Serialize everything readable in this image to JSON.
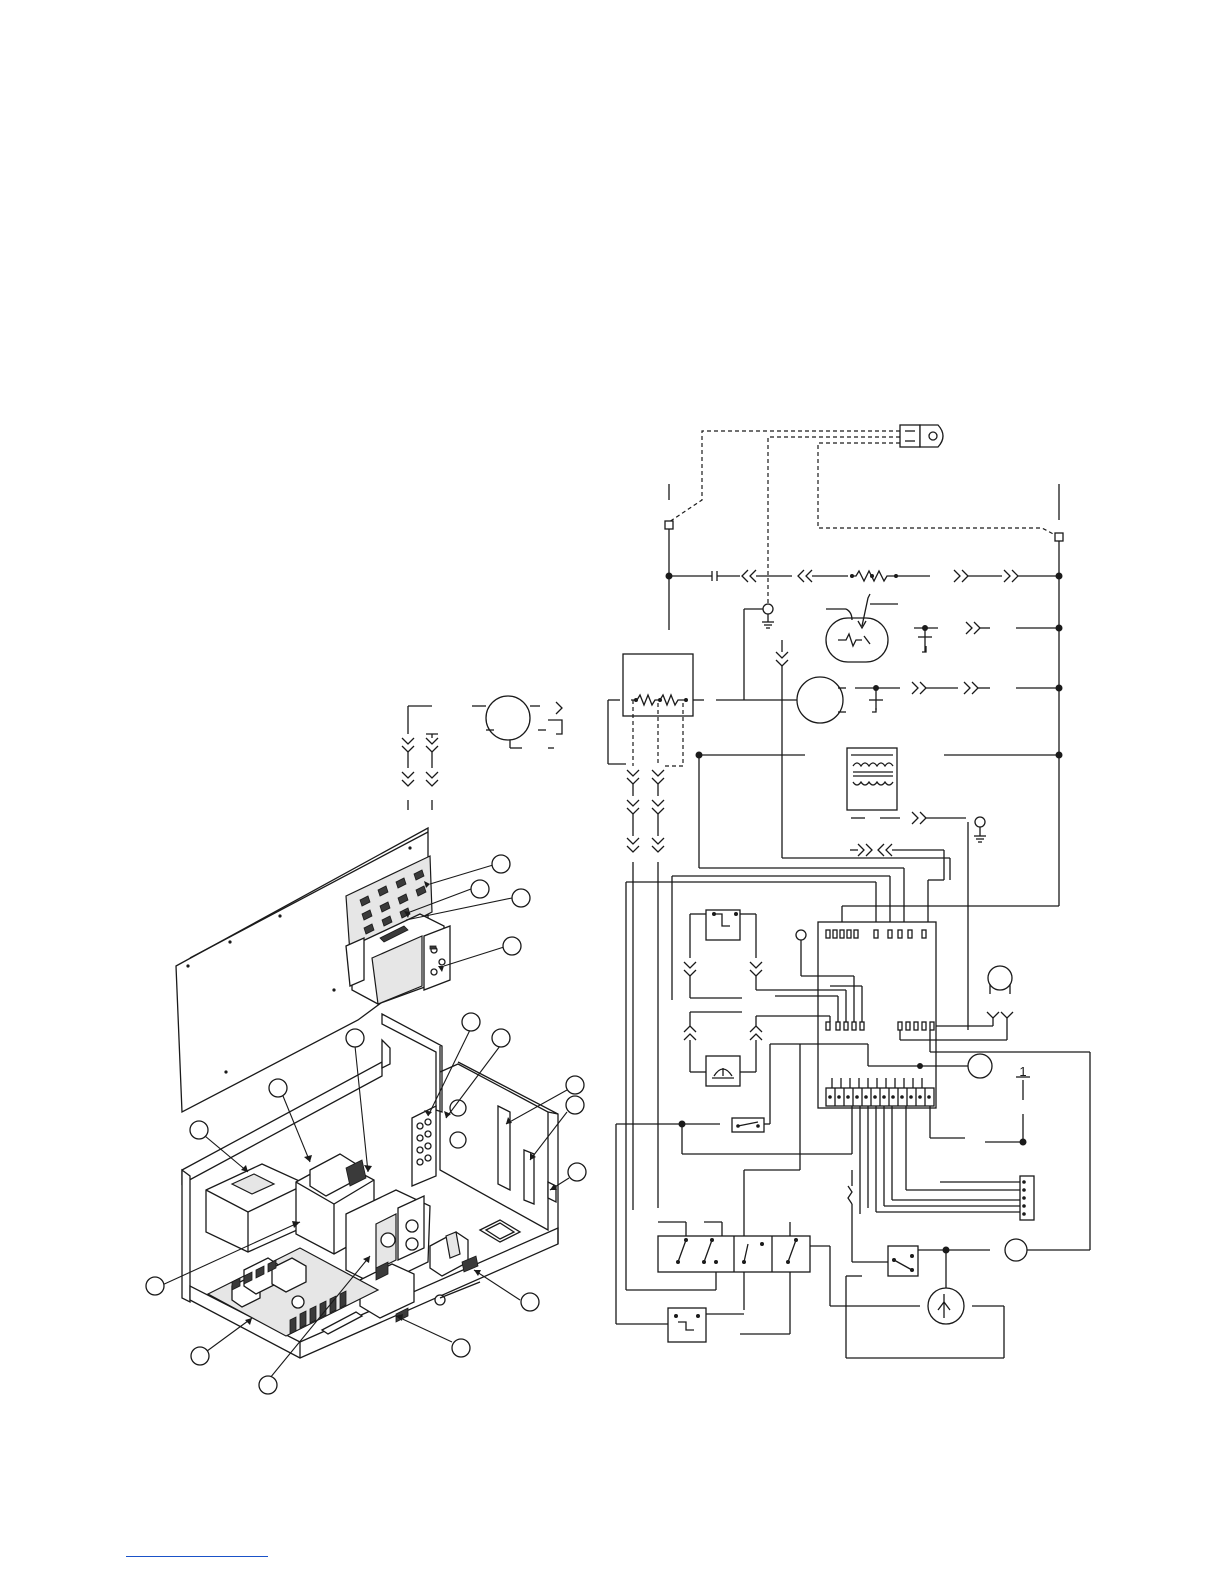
{
  "document": {
    "assembly_callouts": [
      {
        "id": "c1"
      },
      {
        "id": "c2"
      },
      {
        "id": "c3"
      },
      {
        "id": "c4"
      },
      {
        "id": "c5"
      },
      {
        "id": "c6"
      },
      {
        "id": "c7"
      },
      {
        "id": "c8"
      },
      {
        "id": "c9"
      },
      {
        "id": "c10"
      },
      {
        "id": "c11"
      },
      {
        "id": "c12"
      },
      {
        "id": "c13"
      },
      {
        "id": "c14"
      },
      {
        "id": "c15"
      },
      {
        "id": "c16"
      },
      {
        "id": "c17"
      }
    ],
    "schematic_labels": {
      "ground_marker": "1"
    },
    "colors": {
      "ink": "#1a1a1a",
      "footer_link": "#1a52c8"
    }
  }
}
